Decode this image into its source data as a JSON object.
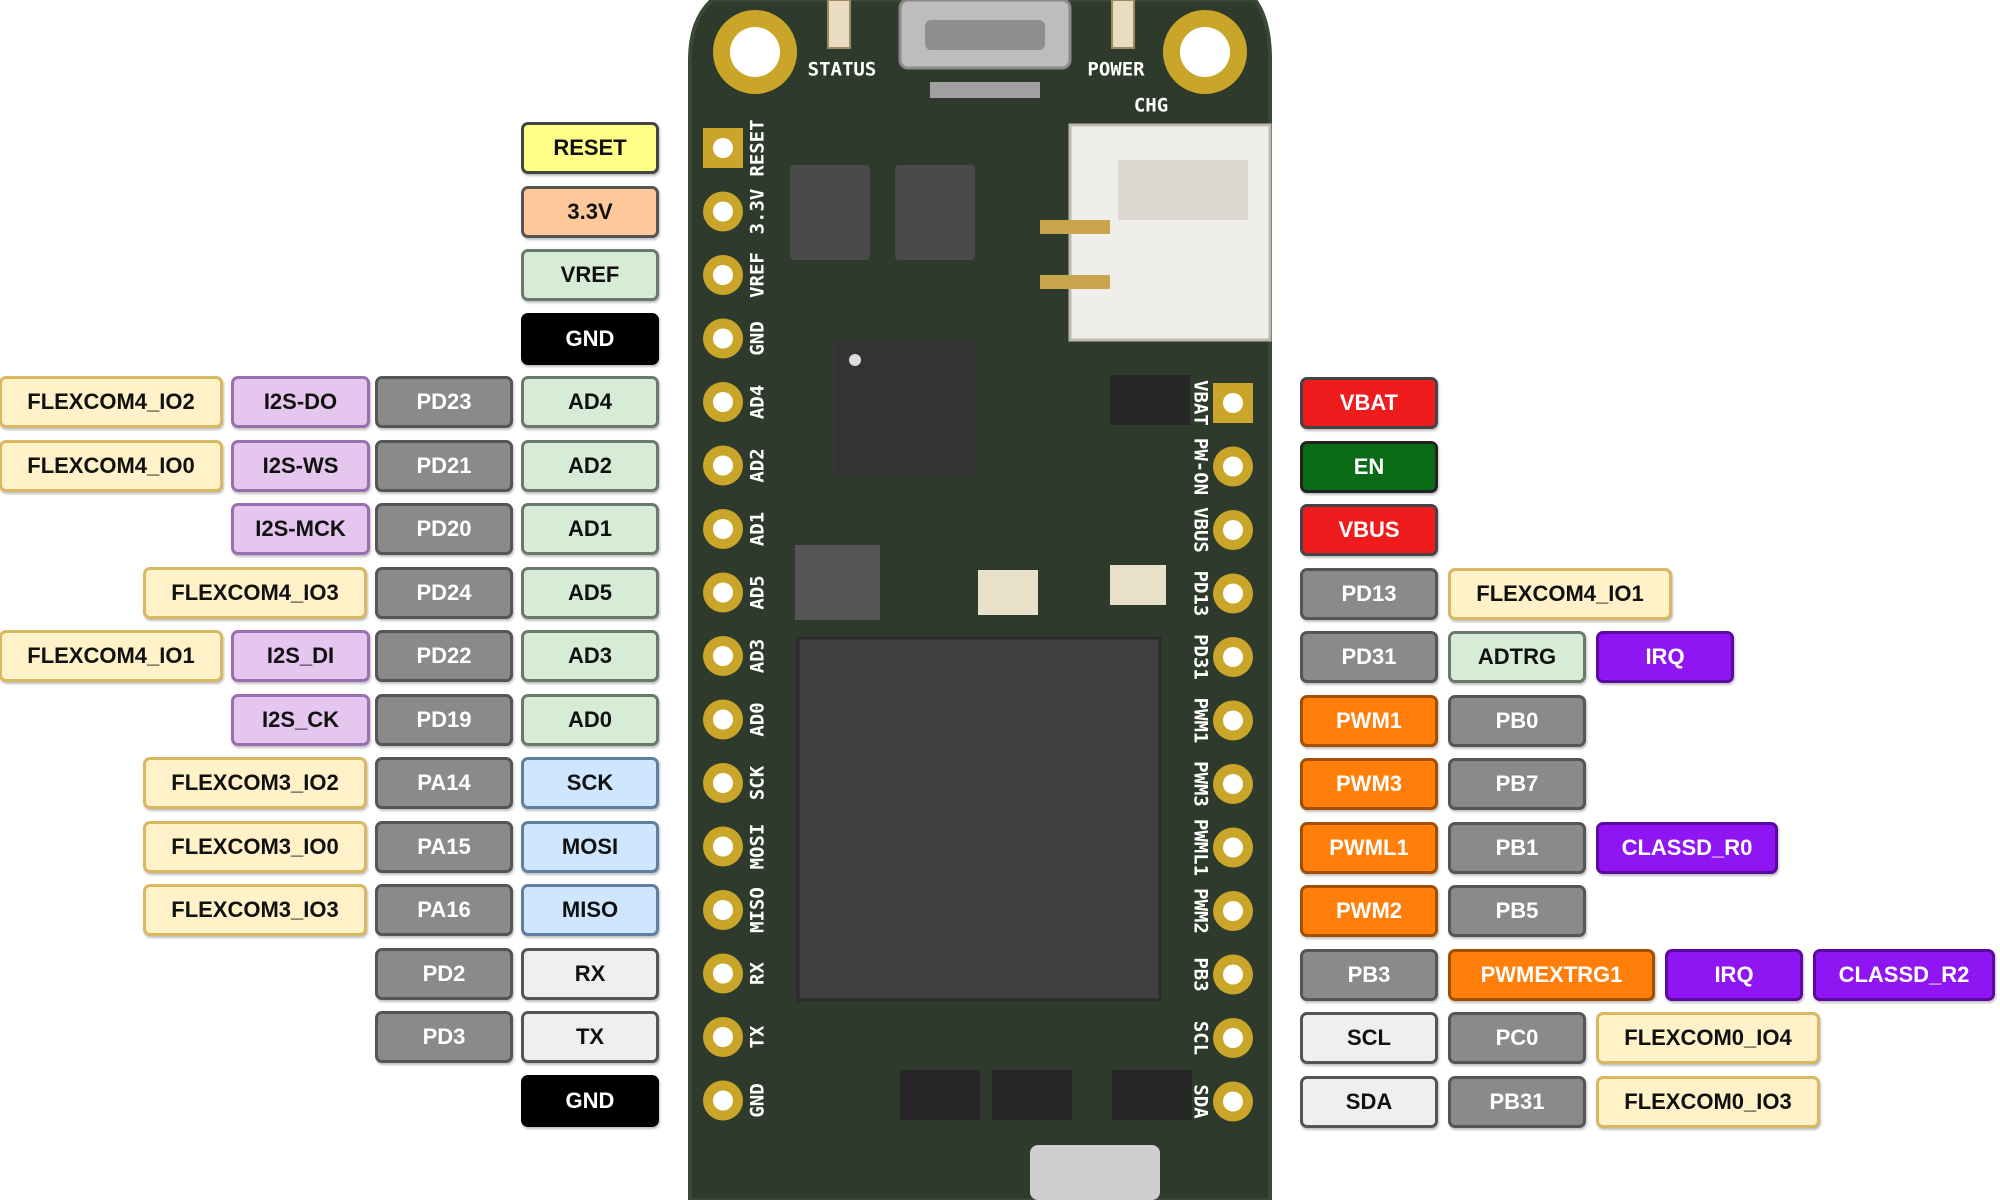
{
  "styles": {
    "power-reset": {
      "bg": "#ffff88",
      "border": "#444444",
      "fg": "#111111"
    },
    "power-3v3": {
      "bg": "#ffc89a",
      "border": "#555555",
      "fg": "#111111"
    },
    "analog": {
      "bg": "#d6ecd6",
      "border": "#6a7a6a",
      "fg": "#111111"
    },
    "ground": {
      "bg": "#000000",
      "border": "#000000",
      "fg": "#ffffff"
    },
    "port": {
      "bg": "#8a8a8a",
      "border": "#555555",
      "fg": "#ffffff"
    },
    "i2s": {
      "bg": "#e4c6ee",
      "border": "#9a6fb0",
      "fg": "#111111"
    },
    "flexcom": {
      "bg": "#fff1c8",
      "border": "#d8b860",
      "fg": "#111111"
    },
    "spi": {
      "bg": "#cfe6ff",
      "border": "#5f7f9f",
      "fg": "#111111"
    },
    "serial": {
      "bg": "#efefef",
      "border": "#555555",
      "fg": "#111111"
    },
    "vbat": {
      "bg": "#ee1c1c",
      "border": "#444444",
      "fg": "#ffffff"
    },
    "en": {
      "bg": "#0a6b16",
      "border": "#222222",
      "fg": "#ffffff"
    },
    "pwm": {
      "bg": "#ff7f0a",
      "border": "#a25000",
      "fg": "#ffffff"
    },
    "irq": {
      "bg": "#8f16f2",
      "border": "#5a0aa0",
      "fg": "#ffffff"
    },
    "adtrg": {
      "bg": "#d6ecd6",
      "border": "#6a7a6a",
      "fg": "#111111"
    }
  },
  "left_rows": [
    [
      {
        "text": "RESET",
        "style": "power-reset"
      }
    ],
    [
      {
        "text": "3.3V",
        "style": "power-3v3"
      }
    ],
    [
      {
        "text": "VREF",
        "style": "analog"
      }
    ],
    [
      {
        "text": "GND",
        "style": "ground"
      }
    ],
    [
      {
        "text": "AD4",
        "style": "analog"
      },
      {
        "text": "PD23",
        "style": "port"
      },
      {
        "text": "I2S-DO",
        "style": "i2s"
      },
      {
        "text": "FLEXCOM4_IO2",
        "style": "flexcom"
      }
    ],
    [
      {
        "text": "AD2",
        "style": "analog"
      },
      {
        "text": "PD21",
        "style": "port"
      },
      {
        "text": "I2S-WS",
        "style": "i2s"
      },
      {
        "text": "FLEXCOM4_IO0",
        "style": "flexcom"
      }
    ],
    [
      {
        "text": "AD1",
        "style": "analog"
      },
      {
        "text": "PD20",
        "style": "port"
      },
      {
        "text": "I2S-MCK",
        "style": "i2s"
      }
    ],
    [
      {
        "text": "AD5",
        "style": "analog"
      },
      {
        "text": "PD24",
        "style": "port"
      },
      {
        "text": "FLEXCOM4_IO3",
        "style": "flexcom"
      }
    ],
    [
      {
        "text": "AD3",
        "style": "analog"
      },
      {
        "text": "PD22",
        "style": "port"
      },
      {
        "text": "I2S_DI",
        "style": "i2s"
      },
      {
        "text": "FLEXCOM4_IO1",
        "style": "flexcom"
      }
    ],
    [
      {
        "text": "AD0",
        "style": "analog"
      },
      {
        "text": "PD19",
        "style": "port"
      },
      {
        "text": "I2S_CK",
        "style": "i2s"
      }
    ],
    [
      {
        "text": "SCK",
        "style": "spi"
      },
      {
        "text": "PA14",
        "style": "port"
      },
      {
        "text": "FLEXCOM3_IO2",
        "style": "flexcom"
      }
    ],
    [
      {
        "text": "MOSI",
        "style": "spi"
      },
      {
        "text": "PA15",
        "style": "port"
      },
      {
        "text": "FLEXCOM3_IO0",
        "style": "flexcom"
      }
    ],
    [
      {
        "text": "MISO",
        "style": "spi"
      },
      {
        "text": "PA16",
        "style": "port"
      },
      {
        "text": "FLEXCOM3_IO3",
        "style": "flexcom"
      }
    ],
    [
      {
        "text": "RX",
        "style": "serial"
      },
      {
        "text": "PD2",
        "style": "port"
      }
    ],
    [
      {
        "text": "TX",
        "style": "serial"
      },
      {
        "text": "PD3",
        "style": "port"
      }
    ],
    [
      {
        "text": "GND",
        "style": "ground"
      }
    ]
  ],
  "right_rows": [
    [
      {
        "text": "VBAT",
        "style": "vbat"
      }
    ],
    [
      {
        "text": "EN",
        "style": "en"
      }
    ],
    [
      {
        "text": "VBUS",
        "style": "vbat"
      }
    ],
    [
      {
        "text": "PD13",
        "style": "port"
      },
      {
        "text": "FLEXCOM4_IO1",
        "style": "flexcom"
      }
    ],
    [
      {
        "text": "PD31",
        "style": "port"
      },
      {
        "text": "ADTRG",
        "style": "adtrg"
      },
      {
        "text": "IRQ",
        "style": "irq"
      }
    ],
    [
      {
        "text": "PWM1",
        "style": "pwm"
      },
      {
        "text": "PB0",
        "style": "port"
      }
    ],
    [
      {
        "text": "PWM3",
        "style": "pwm"
      },
      {
        "text": "PB7",
        "style": "port"
      }
    ],
    [
      {
        "text": "PWML1",
        "style": "pwm"
      },
      {
        "text": "PB1",
        "style": "port"
      },
      {
        "text": "CLASSD_R0",
        "style": "irq"
      }
    ],
    [
      {
        "text": "PWM2",
        "style": "pwm"
      },
      {
        "text": "PB5",
        "style": "port"
      }
    ],
    [
      {
        "text": "PB3",
        "style": "port"
      },
      {
        "text": "PWMEXTRG1",
        "style": "pwm"
      },
      {
        "text": "IRQ",
        "style": "irq"
      },
      {
        "text": "CLASSD_R2",
        "style": "irq"
      }
    ],
    [
      {
        "text": "SCL",
        "style": "serial"
      },
      {
        "text": "PC0",
        "style": "port"
      },
      {
        "text": "FLEXCOM0_IO4",
        "style": "flexcom"
      }
    ],
    [
      {
        "text": "SDA",
        "style": "serial"
      },
      {
        "text": "PB31",
        "style": "port"
      },
      {
        "text": "FLEXCOM0_IO3",
        "style": "flexcom"
      }
    ]
  ],
  "board": {
    "top_labels": {
      "status": "STATUS",
      "power": "POWER",
      "chg": "CHG"
    },
    "left_silk": [
      "RESET",
      "3.3V",
      "VREF",
      "GND",
      "AD4",
      "AD2",
      "AD1",
      "AD5",
      "AD3",
      "AD0",
      "SCK",
      "MOSI",
      "MISO",
      "RX",
      "TX",
      "GND"
    ],
    "right_silk": [
      "VBAT",
      "PW-ON",
      "VBUS",
      "PD13",
      "PD31",
      "PWM1",
      "PWM3",
      "PWML1",
      "PWM2",
      "PB3",
      "SCL",
      "SDA"
    ],
    "colors": {
      "pcb": "#2e3a2b",
      "pcb_edge": "#3a4836",
      "gold": "#c9a62a",
      "chip": "#3f3f3f",
      "connector": "#f0eeea"
    }
  }
}
